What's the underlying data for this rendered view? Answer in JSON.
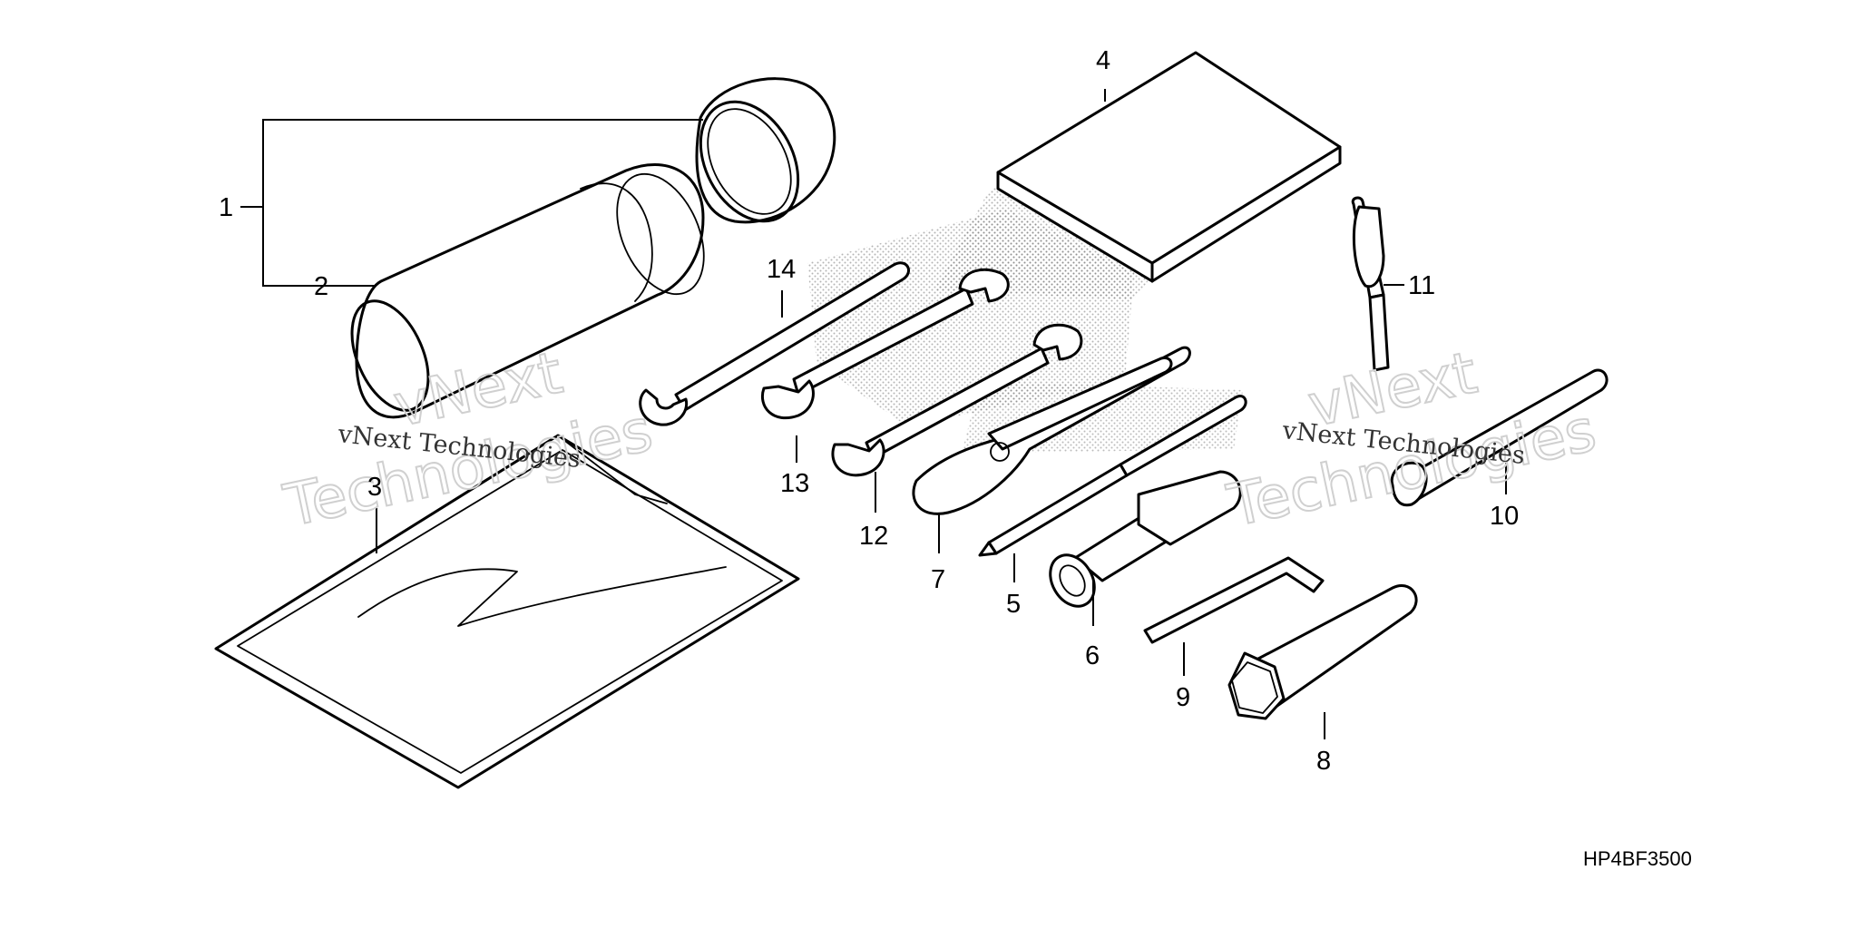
{
  "diagram_code": "HP4BF3500",
  "watermark": {
    "small_text": "vNext Technologies",
    "big_line1": "vNext",
    "big_line2": "Technologies"
  },
  "callouts": [
    {
      "id": "1",
      "label": "1"
    },
    {
      "id": "2",
      "label": "2"
    },
    {
      "id": "3",
      "label": "3"
    },
    {
      "id": "4",
      "label": "4"
    },
    {
      "id": "5",
      "label": "5"
    },
    {
      "id": "6",
      "label": "6"
    },
    {
      "id": "7",
      "label": "7"
    },
    {
      "id": "8",
      "label": "8"
    },
    {
      "id": "9",
      "label": "9"
    },
    {
      "id": "10",
      "label": "10"
    },
    {
      "id": "11",
      "label": "11"
    },
    {
      "id": "12",
      "label": "12"
    },
    {
      "id": "13",
      "label": "13"
    },
    {
      "id": "14",
      "label": "14"
    }
  ]
}
